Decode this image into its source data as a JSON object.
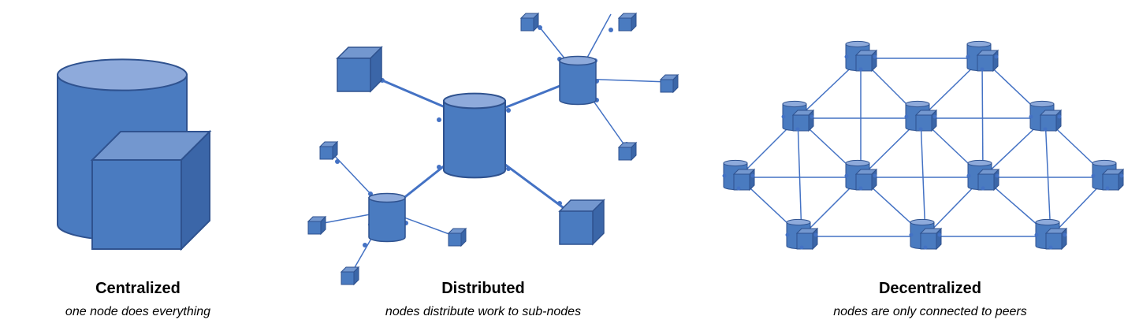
{
  "panels": [
    {
      "id": "centralized",
      "title": "Centralized",
      "subtitle": "one node does everything"
    },
    {
      "id": "distributed",
      "title": "Distributed",
      "subtitle": "nodes distribute work to sub-nodes"
    },
    {
      "id": "decentralized",
      "title": "Decentralized",
      "subtitle": "nodes are only connected to peers"
    }
  ],
  "colors": {
    "node_fill": "#4a7bc0",
    "node_top": "#8eaadb",
    "cube_front": "#4a7bc0",
    "cube_top": "#7397cf",
    "cube_side": "#3b66a8",
    "outline": "#2f528f",
    "link": "#4472c4"
  },
  "icons": {
    "server": "database-cylinder-icon",
    "client": "cube-node-icon",
    "peer": "peer-node-icon"
  }
}
